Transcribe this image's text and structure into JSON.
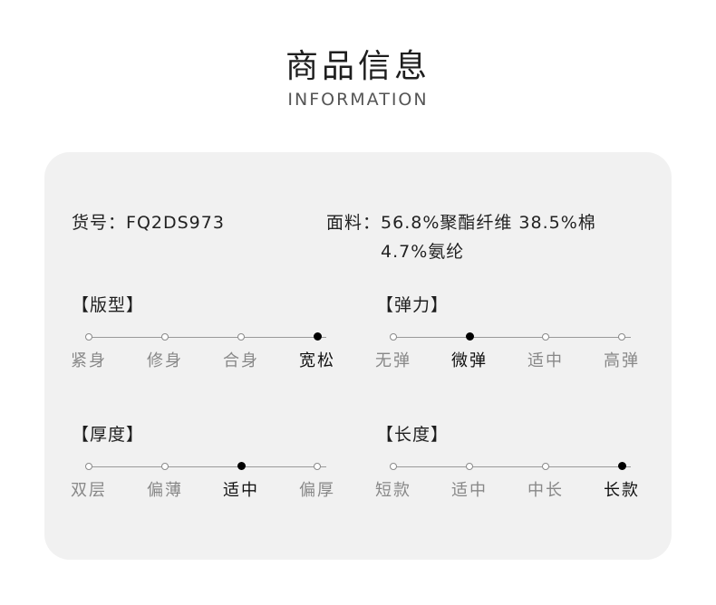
{
  "header": {
    "title": "商品信息",
    "subtitle": "INFORMATION"
  },
  "details": {
    "sku_label": "货号：",
    "sku_value": "FQ2DS973",
    "fabric_label": "面料：",
    "fabric_line1": "56.8%聚酯纤维 38.5%棉",
    "fabric_line2": "4.7%氨纶"
  },
  "groups": [
    {
      "title": "【版型】",
      "options": [
        "紧身",
        "修身",
        "合身",
        "宽松"
      ],
      "selected": 3
    },
    {
      "title": "【弹力】",
      "options": [
        "无弹",
        "微弹",
        "适中",
        "高弹"
      ],
      "selected": 1
    },
    {
      "title": "【厚度】",
      "options": [
        "双层",
        "偏薄",
        "适中",
        "偏厚"
      ],
      "selected": 2
    },
    {
      "title": "【长度】",
      "options": [
        "短款",
        "适中",
        "中长",
        "长款"
      ],
      "selected": 3
    }
  ],
  "colors": {
    "card_bg": "#f1f1f1",
    "selected": "#000000",
    "unselected": "#888888"
  }
}
